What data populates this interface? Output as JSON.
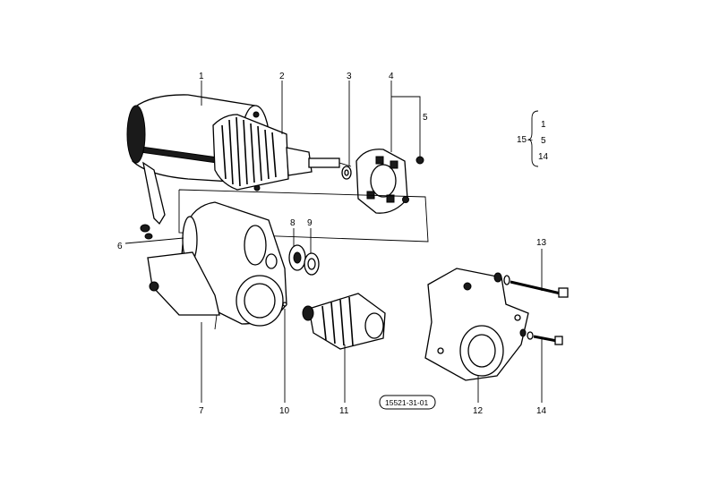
{
  "callouts": {
    "c1": "1",
    "c2": "2",
    "c3": "3",
    "c4": "4",
    "c5": "5",
    "c6": "6",
    "c7": "7",
    "c8": "8",
    "c9": "9",
    "c10": "10",
    "c11": "11",
    "c12": "12",
    "c13": "13",
    "c14": "14"
  },
  "assembly": {
    "number": "15",
    "dash": "–",
    "members": [
      "1",
      "5",
      "14"
    ]
  },
  "reference_code": "15521-31-01"
}
